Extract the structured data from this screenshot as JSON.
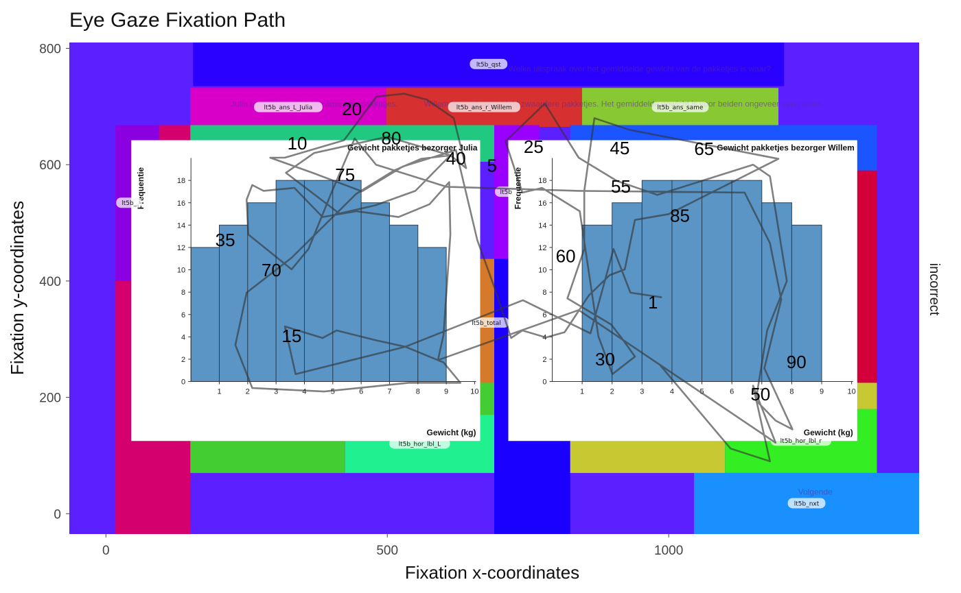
{
  "chart_data": {
    "type": "scatter",
    "title": "Eye Gaze Fixation Path",
    "xlabel": "Fixation x-coordinates",
    "ylabel": "Fixation y-coordinates",
    "facet_label": "incorrect",
    "xlim": [
      -65,
      1445
    ],
    "ylim": [
      -35,
      810
    ],
    "x_ticks": [
      0,
      500,
      1000
    ],
    "y_ticks": [
      0,
      200,
      400,
      600,
      800
    ],
    "aoi_regions": [
      {
        "name": "background",
        "x0": -65,
        "y0": -35,
        "x1": 1445,
        "y1": 810,
        "color": "#5c1fff"
      },
      {
        "name": "lt5b_qst",
        "x0": 155,
        "y0": 735,
        "x1": 1205,
        "y1": 810,
        "color": "#2a00ff",
        "label": "lt5b_qst"
      },
      {
        "name": "lt5b_ans_L_Julia",
        "x0": 150,
        "y0": 665,
        "x1": 498,
        "y1": 732,
        "color": "#d800c8",
        "label": "lt5b_ans_L_Julia"
      },
      {
        "name": "lt5b_ans_r_Willem",
        "x0": 498,
        "y0": 665,
        "x1": 846,
        "y1": 732,
        "color": "#d63030",
        "label": "lt5b_ans_r_Willem"
      },
      {
        "name": "lt5b_ans_same",
        "x0": 846,
        "y0": 665,
        "x1": 1195,
        "y1": 732,
        "color": "#88c832",
        "label": "lt5b_ans_same"
      },
      {
        "name": "left_strip_purple",
        "x0": 17,
        "y0": 400,
        "x1": 95,
        "y1": 668,
        "color": "#8a00e0",
        "label": "lt5b_"
      },
      {
        "name": "left_strip_pink",
        "x0": 17,
        "y0": -35,
        "x1": 150,
        "y1": 400,
        "color": "#d4006e"
      },
      {
        "name": "left_strip_red",
        "x0": 95,
        "y0": 400,
        "x1": 150,
        "y1": 668,
        "color": "#d4006e"
      },
      {
        "name": "left_plot_green",
        "x0": 150,
        "y0": 605,
        "x1": 690,
        "y1": 668,
        "color": "#20c880"
      },
      {
        "name": "center_magenta",
        "x0": 690,
        "y0": 438,
        "x1": 770,
        "y1": 668,
        "color": "#9a00ff",
        "label": "lt5b"
      },
      {
        "name": "center_orange",
        "x0": 662,
        "y0": 218,
        "x1": 690,
        "y1": 438,
        "color": "#d47a2a",
        "label": "lt5b_total"
      },
      {
        "name": "center_blue",
        "x0": 690,
        "y0": -35,
        "x1": 825,
        "y1": 438,
        "color": "#1a00ff"
      },
      {
        "name": "center_green_small",
        "x0": 662,
        "y0": 170,
        "x1": 690,
        "y1": 225,
        "color": "#44cc33"
      },
      {
        "name": "right_plot_blue",
        "x0": 825,
        "y0": 585,
        "x1": 1370,
        "y1": 668,
        "color": "#1a55ff"
      },
      {
        "name": "right_red_strip",
        "x0": 1330,
        "y0": 225,
        "x1": 1370,
        "y1": 590,
        "color": "#d4003a"
      },
      {
        "name": "lt5b_hor_lbl_L_green",
        "x0": 150,
        "y0": 70,
        "x1": 425,
        "y1": 170,
        "color": "#44cc33"
      },
      {
        "name": "lt5b_hor_lbl_L",
        "x0": 425,
        "y0": 70,
        "x1": 690,
        "y1": 170,
        "color": "#20f090",
        "label": "lt5b_hor_lbl_L"
      },
      {
        "name": "right_yellow",
        "x0": 825,
        "y0": 70,
        "x1": 1100,
        "y1": 225,
        "color": "#c8c832"
      },
      {
        "name": "lt5b_hor_lbl_r",
        "x0": 1100,
        "y0": 70,
        "x1": 1370,
        "y1": 180,
        "color": "#33ee22",
        "label": "lt5b_hor_lbl_r"
      },
      {
        "name": "right_yellow_top",
        "x0": 1100,
        "y0": 180,
        "x1": 1370,
        "y1": 225,
        "color": "#c8c832"
      },
      {
        "name": "lt5b_nxt",
        "x0": 1045,
        "y0": -35,
        "x1": 1445,
        "y1": 70,
        "color": "#1a90ff",
        "label": "lt5b_nxt"
      }
    ],
    "page_background_texts": [
      {
        "text": "Welke uitspraak over het gemiddelde gewicht van de pakketjes is waar?",
        "x": 715,
        "y": 760
      },
      {
        "text": "Julia bezorgt gemiddeld zwaardere pakketjes.",
        "x": 222,
        "y": 700
      },
      {
        "text": "Willem bezorgt gemiddeld zwaardere pakketjes.",
        "x": 565,
        "y": 700
      },
      {
        "text": "Het gemiddelde gewicht is voor beiden ongeveer even groot.",
        "x": 880,
        "y": 700
      },
      {
        "text": "Volgende",
        "x": 1230,
        "y": 33
      }
    ],
    "stimulus_histograms": [
      {
        "title": "Gewicht pakketjes bezorger Julia",
        "ylabel": "Frequentie",
        "xlabel": "Gewicht (kg)",
        "categories": [
          "1",
          "2",
          "3",
          "4",
          "5",
          "6",
          "7",
          "8",
          "9",
          "10"
        ],
        "values": [
          12,
          14,
          16,
          18,
          18,
          18,
          16,
          14,
          12
        ],
        "bin_start": 0,
        "yticks": [
          0,
          2,
          4,
          6,
          8,
          10,
          12,
          14,
          16,
          18
        ],
        "ymax": 20,
        "region": {
          "x0": 45,
          "y0": 125,
          "x1": 665,
          "y1": 642
        }
      },
      {
        "title": "Gewicht pakketjes bezorger Willem",
        "ylabel": "Frequentie",
        "xlabel": "Gewicht (kg)",
        "categories": [
          "1",
          "2",
          "3",
          "4",
          "5",
          "6",
          "7",
          "8",
          "9",
          "10"
        ],
        "values": [
          14,
          16,
          18,
          18,
          18,
          18,
          16,
          14
        ],
        "bin_start": 1,
        "yticks": [
          0,
          2,
          4,
          6,
          8,
          10,
          12,
          14,
          16,
          18
        ],
        "ymax": 20,
        "region": {
          "x0": 715,
          "y0": 125,
          "x1": 1335,
          "y1": 642
        }
      }
    ],
    "fixation_path": [
      [
        988,
        372
      ],
      [
        932,
        380
      ],
      [
        902,
        455
      ],
      [
        861,
        310
      ],
      [
        741,
        367
      ],
      [
        532,
        287
      ],
      [
        337,
        240
      ],
      [
        318,
        322
      ],
      [
        385,
        302
      ],
      [
        410,
        315
      ],
      [
        480,
        298
      ],
      [
        532,
        287
      ],
      [
        600,
        260
      ],
      [
        630,
        225
      ],
      [
        538,
        225
      ],
      [
        388,
        210
      ],
      [
        260,
        216
      ],
      [
        230,
        290
      ],
      [
        250,
        380
      ],
      [
        330,
        440
      ],
      [
        445,
        550
      ],
      [
        512,
        590
      ],
      [
        560,
        610
      ],
      [
        612,
        616
      ],
      [
        500,
        648
      ],
      [
        370,
        620
      ],
      [
        320,
        586
      ],
      [
        415,
        516
      ],
      [
        478,
        530
      ],
      [
        550,
        555
      ],
      [
        612,
        616
      ],
      [
        640,
        594
      ],
      [
        618,
        680
      ],
      [
        570,
        712
      ],
      [
        530,
        722
      ],
      [
        481,
        717
      ],
      [
        423,
        642
      ],
      [
        318,
        612
      ],
      [
        292,
        612
      ],
      [
        370,
        585
      ],
      [
        455,
        554
      ],
      [
        528,
        597
      ],
      [
        622,
        625
      ],
      [
        660,
        470
      ],
      [
        690,
        390
      ],
      [
        720,
        302
      ],
      [
        740,
        315
      ],
      [
        782,
        303
      ],
      [
        815,
        312
      ],
      [
        858,
        375
      ],
      [
        895,
        410
      ],
      [
        922,
        420
      ],
      [
        940,
        505
      ],
      [
        1000,
        515
      ],
      [
        1195,
        610
      ],
      [
        930,
        660
      ],
      [
        868,
        680
      ],
      [
        850,
        555
      ],
      [
        850,
        455
      ],
      [
        820,
        370
      ],
      [
        898,
        325
      ],
      [
        918,
        300
      ],
      [
        940,
        270
      ],
      [
        900,
        240
      ],
      [
        875,
        305
      ],
      [
        842,
        520
      ],
      [
        775,
        560
      ],
      [
        740,
        552
      ],
      [
        710,
        640
      ],
      [
        780,
        705
      ],
      [
        840,
        612
      ],
      [
        908,
        572
      ],
      [
        980,
        548
      ],
      [
        1150,
        600
      ],
      [
        1180,
        580
      ],
      [
        1210,
        400
      ],
      [
        1175,
        315
      ],
      [
        1155,
        195
      ],
      [
        1190,
        160
      ],
      [
        1220,
        145
      ],
      [
        1170,
        250
      ],
      [
        1200,
        368
      ],
      [
        1180,
        465
      ],
      [
        1135,
        552
      ],
      [
        840,
        555
      ],
      [
        605,
        562
      ],
      [
        480,
        600
      ],
      [
        442,
        645
      ],
      [
        400,
        550
      ],
      [
        360,
        455
      ],
      [
        330,
        420
      ],
      [
        253,
        480
      ],
      [
        250,
        540
      ],
      [
        260,
        565
      ],
      [
        280,
        555
      ],
      [
        335,
        560
      ],
      [
        385,
        510
      ],
      [
        445,
        520
      ],
      [
        520,
        510
      ],
      [
        575,
        532
      ],
      [
        610,
        570
      ],
      [
        612,
        480
      ],
      [
        600,
        308
      ],
      [
        590,
        264
      ],
      [
        840,
        350
      ],
      [
        1190,
        122
      ],
      [
        1150,
        220
      ],
      [
        1180,
        90
      ],
      [
        1110,
        112
      ],
      [
        985,
        255
      ]
    ],
    "fixation_labels": [
      {
        "label": "1",
        "x": 972,
        "y": 353
      },
      {
        "label": "5",
        "x": 686,
        "y": 588
      },
      {
        "label": "10",
        "x": 340,
        "y": 626
      },
      {
        "label": "15",
        "x": 330,
        "y": 295
      },
      {
        "label": "20",
        "x": 437,
        "y": 685
      },
      {
        "label": "25",
        "x": 760,
        "y": 620
      },
      {
        "label": "30",
        "x": 887,
        "y": 255
      },
      {
        "label": "35",
        "x": 212,
        "y": 460
      },
      {
        "label": "40",
        "x": 622,
        "y": 600
      },
      {
        "label": "45",
        "x": 913,
        "y": 618
      },
      {
        "label": "50",
        "x": 1163,
        "y": 195
      },
      {
        "label": "55",
        "x": 915,
        "y": 552
      },
      {
        "label": "60",
        "x": 817,
        "y": 432
      },
      {
        "label": "65",
        "x": 1063,
        "y": 617
      },
      {
        "label": "70",
        "x": 294,
        "y": 408
      },
      {
        "label": "75",
        "x": 425,
        "y": 572
      },
      {
        "label": "80",
        "x": 507,
        "y": 635
      },
      {
        "label": "85",
        "x": 1020,
        "y": 502
      },
      {
        "label": "90",
        "x": 1227,
        "y": 250
      }
    ]
  }
}
